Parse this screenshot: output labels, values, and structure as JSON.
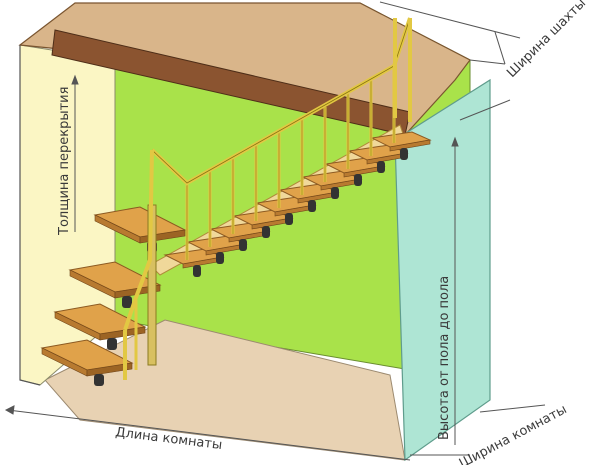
{
  "labels": {
    "slab_thickness": "Толщина перекрытия",
    "shaft_width": "Ширина шахты",
    "floor_to_floor_height": "Высота от пола до пола",
    "room_length": "Длина комнаты",
    "room_width": "Ширина комнаты"
  },
  "colors": {
    "wall_green": "#a9e24a",
    "left_wall": "#fbf6c4",
    "right_wall": "#aee5d4",
    "floor": "#e8d2b3",
    "beam": "#8b5430",
    "tread": "#e0a24a",
    "rail": "#e2c843"
  },
  "icons": [
    "stair-diagram",
    "dimension-arrow"
  ]
}
